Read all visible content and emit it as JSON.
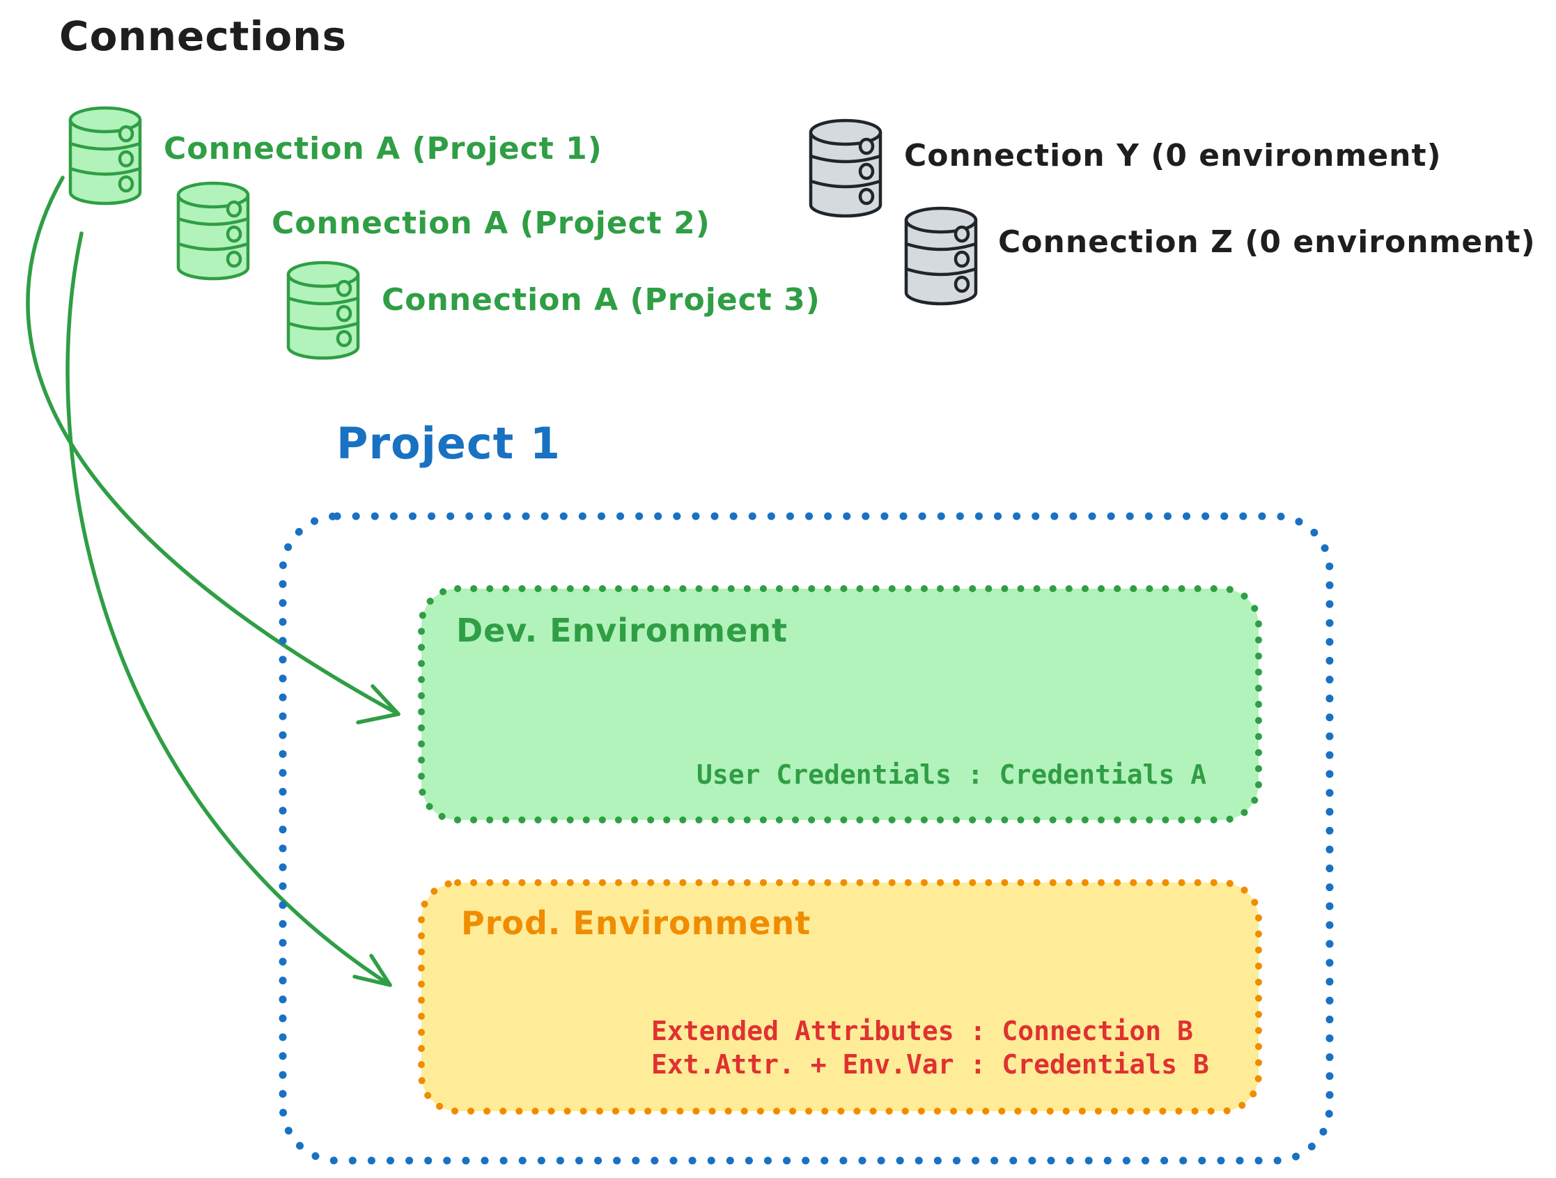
{
  "title": "Connections",
  "colors": {
    "green_stroke": "#2f9e44",
    "green_fill": "#b2f2bb",
    "gray_stroke": "#212529",
    "gray_fill": "#d5dade",
    "blue": "#1971c2",
    "orange": "#f08c00",
    "yellow_fill": "#ffec99",
    "red": "#e03131",
    "black": "#1e1e1e"
  },
  "connections_green": [
    {
      "label": "Connection A (Project 1)"
    },
    {
      "label": "Connection A (Project 2)"
    },
    {
      "label": "Connection A (Project 3)"
    }
  ],
  "connections_gray": [
    {
      "label": "Connection Y (0 environment)"
    },
    {
      "label": "Connection Z (0 environment)"
    }
  ],
  "project": {
    "title": "Project 1",
    "environments": [
      {
        "name": "Dev. Environment",
        "lines": [
          "User Credentials : Credentials A"
        ]
      },
      {
        "name": "Prod. Environment",
        "lines": [
          "Extended Attributes : Connection B",
          "Ext.Attr. + Env.Var : Credentials B"
        ]
      }
    ]
  }
}
